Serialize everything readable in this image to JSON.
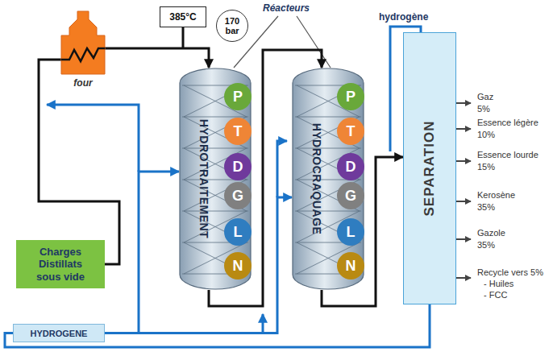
{
  "diagram": {
    "nodes": [
      {
        "text": [
          "four"
        ]
      },
      {
        "text": [
          "385°C"
        ]
      },
      {
        "text": [
          "170 bar"
        ]
      },
      {
        "text": [
          "HYDROTRAITEMENT"
        ]
      },
      {
        "text": [
          "P"
        ],
        "in": 3
      },
      {
        "text": [
          "T"
        ],
        "in": 3
      },
      {
        "text": [
          "D"
        ],
        "in": 3
      },
      {
        "text": [
          "G"
        ],
        "in": 3
      },
      {
        "text": [
          "L"
        ],
        "in": 3
      },
      {
        "text": [
          "N"
        ],
        "in": 3
      },
      {
        "text": [
          "HYDROCRAQUAGE"
        ]
      },
      {
        "text": [
          "P"
        ],
        "in": 10
      },
      {
        "text": [
          "T"
        ],
        "in": 10
      },
      {
        "text": [
          "D"
        ],
        "in": 10
      },
      {
        "text": [
          "G"
        ],
        "in": 10
      },
      {
        "text": [
          "L"
        ],
        "in": 10
      },
      {
        "text": [
          "N"
        ],
        "in": 10
      },
      {
        "text": [
          "SEPARATION"
        ]
      },
      {
        "text": [
          "Charges Distillats sous vide"
        ]
      },
      {
        "text": [
          "HYDROGENE"
        ]
      }
    ],
    "edges": [
      {
        "from": 18,
        "to": 0,
        "arrow": "none"
      },
      {
        "from": 0,
        "to": 3,
        "arrow": "to"
      },
      {
        "from": 3,
        "to": 10,
        "arrow": "to"
      },
      {
        "from": 10,
        "to": 17,
        "arrow": "to"
      },
      {
        "from": 19,
        "to": 3,
        "arrow": "to"
      },
      {
        "from": 19,
        "to": 10,
        "arrow": "to"
      },
      {
        "from": 17,
        "to": 19,
        "arrow": "none"
      }
    ],
    "labels": [
      "Réacteurs",
      "hydrogène",
      "Gaz",
      "5%",
      "Essence légère",
      "10%",
      "Essence lourde",
      "15%",
      "Kerosène",
      "35%",
      "Gazole",
      "35%",
      "Recycle vers 5%",
      "- Huiles",
      "- FCC"
    ]
  }
}
